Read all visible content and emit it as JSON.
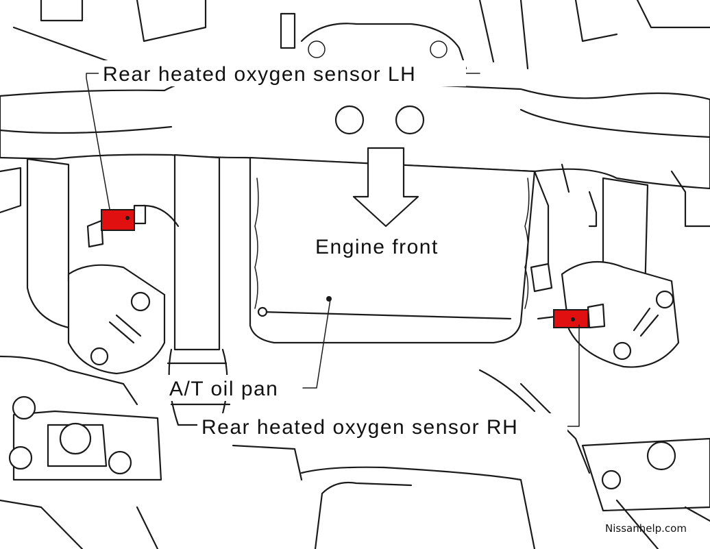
{
  "diagram": {
    "labels": {
      "rear_sensor_lh": "Rear heated oxygen sensor LH",
      "engine_front": "Engine front",
      "at_oil_pan": "A/T oil pan",
      "rear_sensor_rh": "Rear heated oxygen sensor RH"
    },
    "watermark": "Nissanhelp.com",
    "colors": {
      "sensor_highlight": "#e01010",
      "line": "#1a1a1a",
      "background": "#ffffff"
    }
  }
}
